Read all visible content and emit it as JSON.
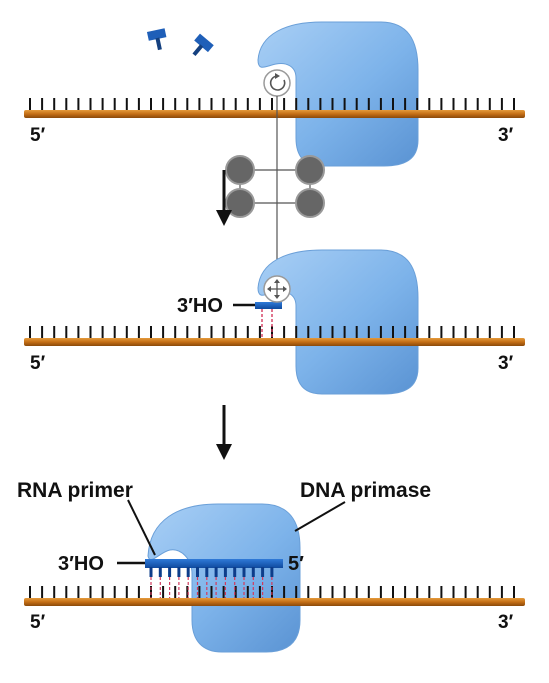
{
  "strand_labels": {
    "five_prime": "5′",
    "three_prime": "3′"
  },
  "callouts": {
    "rna_primer": "RNA primer",
    "dna_primase": "DNA primase",
    "three_prime_ho": "3′HO",
    "primer_five_prime": "5′"
  },
  "editor_handles": {
    "rotate_icon": "rotate-icon",
    "move_icon": "move-icon"
  },
  "colors": {
    "strand": "#c06a12",
    "strand_highlight": "#e08a2a",
    "enzyme": "#7db3ea",
    "enzyme_dark": "#5b93d2",
    "primer": "#1a5fc1",
    "primer_dark": "#0d3d8a",
    "nucleotide": "#1f5fb8",
    "base_pair": "#d23b5e",
    "handle": "#666666"
  }
}
